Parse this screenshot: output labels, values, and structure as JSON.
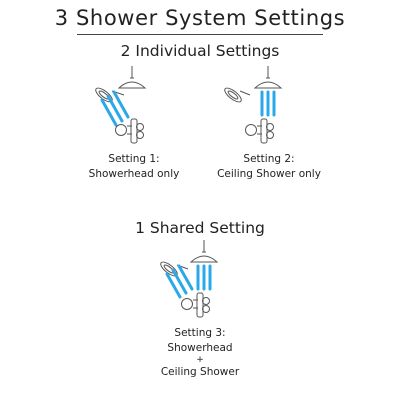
{
  "title": "3 Shower System Settings",
  "individual": {
    "heading": "2 Individual Settings",
    "settings": [
      {
        "label": "Setting 1:",
        "desc": "Showerhead only",
        "active": [
          "showerhead"
        ]
      },
      {
        "label": "Setting 2:",
        "desc": "Ceiling Shower only",
        "active": [
          "ceiling"
        ]
      }
    ]
  },
  "shared": {
    "heading": "1 Shared Setting",
    "setting": {
      "label": "Setting 3:",
      "line1": "Showerhead",
      "plus": "+",
      "line2": "Ceiling Shower",
      "active": [
        "showerhead",
        "ceiling"
      ]
    }
  },
  "colors": {
    "water": "#2aa8e8",
    "line": "#555555",
    "text": "#222222"
  },
  "icons": [
    "showerhead-icon",
    "ceiling-shower-icon",
    "shower-valve-icon",
    "water-spray-icon"
  ]
}
